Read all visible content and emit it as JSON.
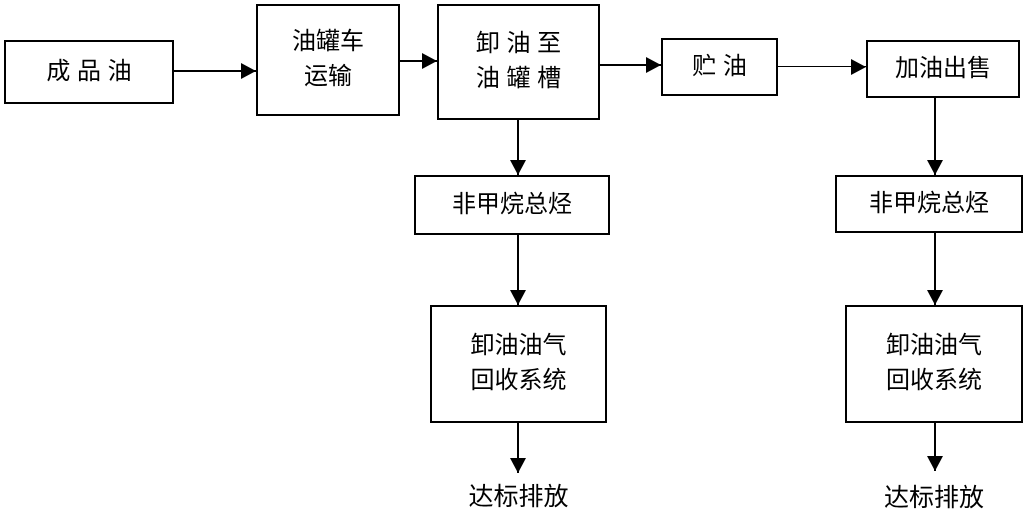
{
  "diagram": {
    "title": "oil-station-vapor-recovery-flowchart",
    "background_color": "#ffffff",
    "line_color": "#000000",
    "nodes": {
      "finished_oil": {
        "label": "成 品 油"
      },
      "tanker_transport": {
        "label": "油罐车\n运输"
      },
      "unload_to_tank": {
        "label": "卸 油 至\n油 罐 槽"
      },
      "store_oil": {
        "label": "贮 油"
      },
      "refuel_sell": {
        "label": "加油出售"
      },
      "nmhc_left": {
        "label": "非甲烷总烃"
      },
      "recovery_left": {
        "label": "卸油油气\n回收系统"
      },
      "nmhc_right": {
        "label": "非甲烷总烃"
      },
      "recovery_right": {
        "label": "卸油油气\n回收系统"
      },
      "discharge_left": {
        "label": "达标排放"
      },
      "discharge_right": {
        "label": "达标排放"
      }
    },
    "edges": [
      "finished_oil -> tanker_transport",
      "tanker_transport -> unload_to_tank",
      "unload_to_tank -> store_oil",
      "store_oil -> refuel_sell",
      "unload_to_tank -> nmhc_left",
      "nmhc_left -> recovery_left",
      "recovery_left -> discharge_left",
      "refuel_sell -> nmhc_right",
      "nmhc_right -> recovery_right",
      "recovery_right -> discharge_right"
    ]
  }
}
